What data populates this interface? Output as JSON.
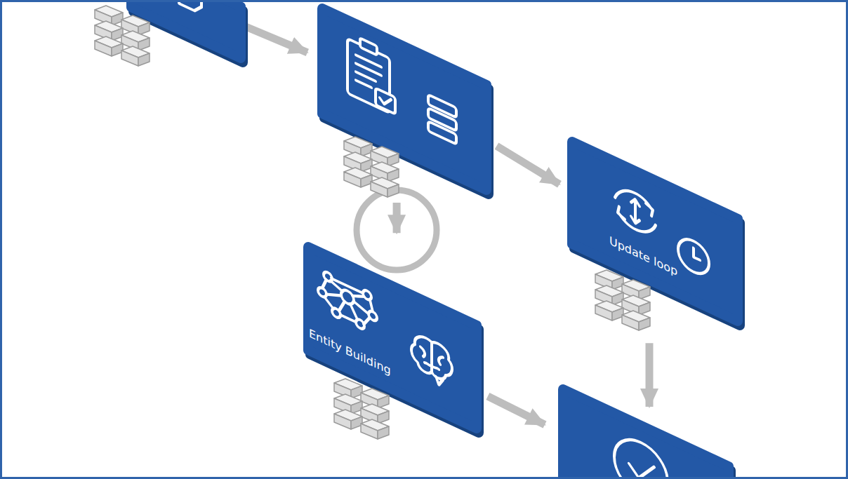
{
  "diagram": {
    "nodes": [
      {
        "text": []
      },
      {
        "text": []
      },
      {
        "text": [
          "Update loop"
        ]
      },
      {
        "text": [
          "Entity Building"
        ]
      },
      {
        "text": []
      }
    ],
    "edges": [
      {
        "from": 0,
        "to": 1,
        "arrow": "to"
      },
      {
        "from": 1,
        "to": 2,
        "arrow": "to"
      },
      {
        "from": 1,
        "to": 3,
        "arrow": "to"
      },
      {
        "from": 2,
        "to": 4,
        "arrow": "to"
      },
      {
        "from": 3,
        "to": 4,
        "arrow": "to"
      }
    ]
  }
}
